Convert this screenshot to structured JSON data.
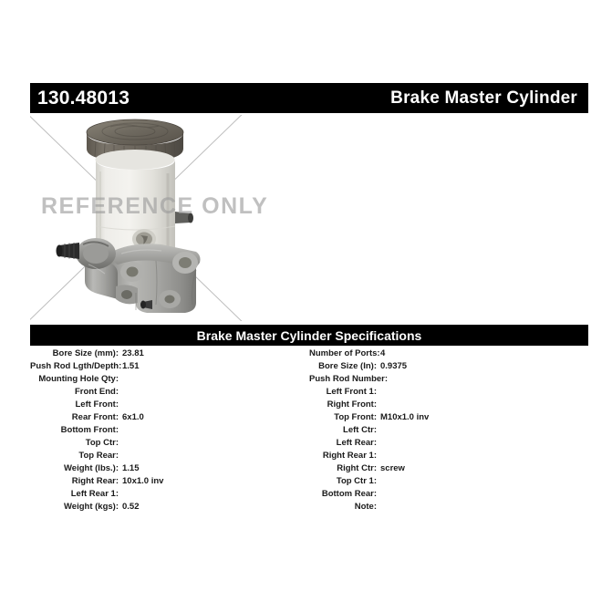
{
  "header": {
    "part_number": "130.48013",
    "title": "Brake Master Cylinder"
  },
  "product_image": {
    "watermark": "REFERENCE ONLY",
    "colors": {
      "cap": "#6d675e",
      "cap_dark": "#55504a",
      "reservoir": "#e8e7e2",
      "reservoir_shadow": "#c8c7c1",
      "body": "#a9a9a6",
      "body_dark": "#7f7f7c",
      "body_light": "#c4c4c1",
      "fitting_dark": "#2e2e2e",
      "watermark_line": "#b9b9b9"
    }
  },
  "specifications": {
    "section_title": "Brake Master Cylinder Specifications",
    "left_column": [
      {
        "label": "Bore Size (mm):",
        "value": "23.81"
      },
      {
        "label": "Push Rod Lgth/Depth:",
        "value": "1.51"
      },
      {
        "label": "Mounting Hole Qty:",
        "value": ""
      },
      {
        "label": "Front End:",
        "value": ""
      },
      {
        "label": "Left Front:",
        "value": ""
      },
      {
        "label": "Rear Front:",
        "value": "6x1.0"
      },
      {
        "label": "Bottom Front:",
        "value": ""
      },
      {
        "label": "Top Ctr:",
        "value": ""
      },
      {
        "label": "Top Rear:",
        "value": ""
      },
      {
        "label": "Weight (lbs.):",
        "value": "1.15"
      },
      {
        "label": "Right Rear:",
        "value": "10x1.0 inv"
      },
      {
        "label": "Left Rear 1:",
        "value": ""
      },
      {
        "label": "Weight (kgs):",
        "value": "0.52"
      }
    ],
    "right_column": [
      {
        "label": "Number of Ports:",
        "value": "4"
      },
      {
        "label": "Bore Size (In):",
        "value": "0.9375"
      },
      {
        "label": "Push Rod Number:",
        "value": ""
      },
      {
        "label": "Left Front 1:",
        "value": ""
      },
      {
        "label": "Right Front:",
        "value": ""
      },
      {
        "label": "Top Front:",
        "value": "M10x1.0 inv"
      },
      {
        "label": "Left Ctr:",
        "value": ""
      },
      {
        "label": "Left Rear:",
        "value": ""
      },
      {
        "label": "Right Rear 1:",
        "value": ""
      },
      {
        "label": "Right Ctr:",
        "value": "screw"
      },
      {
        "label": "Top Ctr 1:",
        "value": ""
      },
      {
        "label": "Bottom Rear:",
        "value": ""
      },
      {
        "label": "Note:",
        "value": ""
      }
    ]
  }
}
